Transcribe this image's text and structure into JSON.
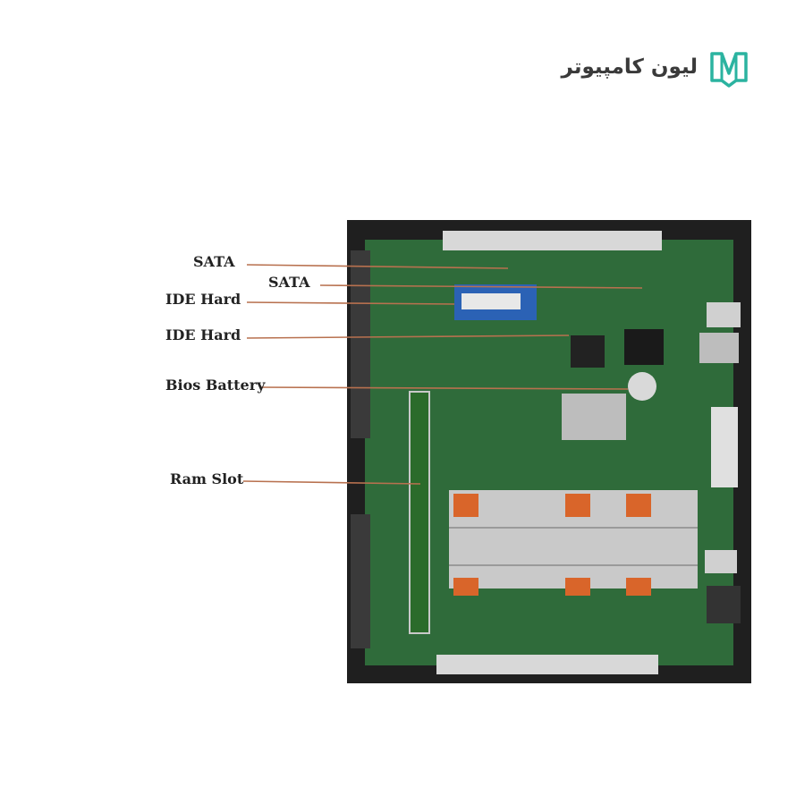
{
  "brand": {
    "name": "لیون کامپیوتر",
    "logo": "lion-computer-logo",
    "logo_color": "#2bb3a0"
  },
  "callouts": [
    {
      "text": "SATA"
    },
    {
      "text": "SATA"
    },
    {
      "text": "IDE Hard"
    },
    {
      "text": "IDE Hard"
    },
    {
      "text": "Bios Battery"
    },
    {
      "text": "Ram Slot"
    }
  ],
  "colors": {
    "leader": "#b8714f",
    "board": "#2f6b3a",
    "chassis": "#1f1f1f",
    "heatsink": "#c9c9c9",
    "standoff": "#d9652a"
  }
}
